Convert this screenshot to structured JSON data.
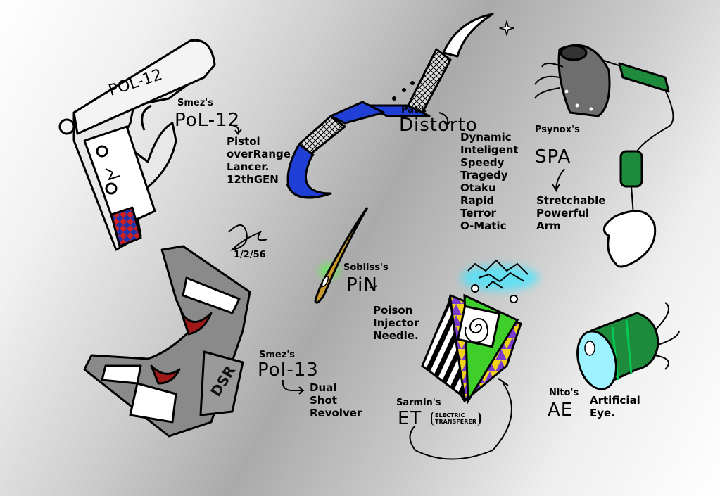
{
  "pol12": {
    "owner": "Smez's",
    "name": "PoL-12",
    "gun_text": "POL-12",
    "desc": "Pistol\noverRange\nLancer.\n12thGEN"
  },
  "distorto": {
    "owner": "Pat's",
    "name": "Distorto",
    "desc": "Dynamic\nInteligent\nSpeedy\nTragedy\nOtaku\nRapid\nTerror\nO-Matic"
  },
  "spa": {
    "owner": "Psynox's",
    "name": "SPA",
    "desc": "Stretchable\nPowerful\nArm"
  },
  "signature": {
    "date": "1/2/56"
  },
  "pin": {
    "owner": "Sobliss's",
    "name": "PiN",
    "desc": "Poison\nInjector\nNeedle."
  },
  "pol13": {
    "owner": "Smez's",
    "name": "PoI-13",
    "gun_text": "DSR",
    "desc": "Dual\nShot\nRevolver"
  },
  "et": {
    "owner": "Sarmin's",
    "name": "ET",
    "desc": "ELECTRIC\nTRANSFERER"
  },
  "ae": {
    "owner": "Nito's",
    "name": "AE",
    "desc": "Artificial\nEye."
  },
  "colors": {
    "distorto_blue": "#1f3fd6",
    "spa_green": "#1e8a3c",
    "et_green": "#3fcf2a",
    "eye_cyan": "#9df2ff",
    "pin_glow": "#4cff3a",
    "pol12_red": "#d02020",
    "pol12_blue": "#2233aa",
    "pol13_gray": "#8a8a8a",
    "electric_glow": "#3fe6ff"
  }
}
